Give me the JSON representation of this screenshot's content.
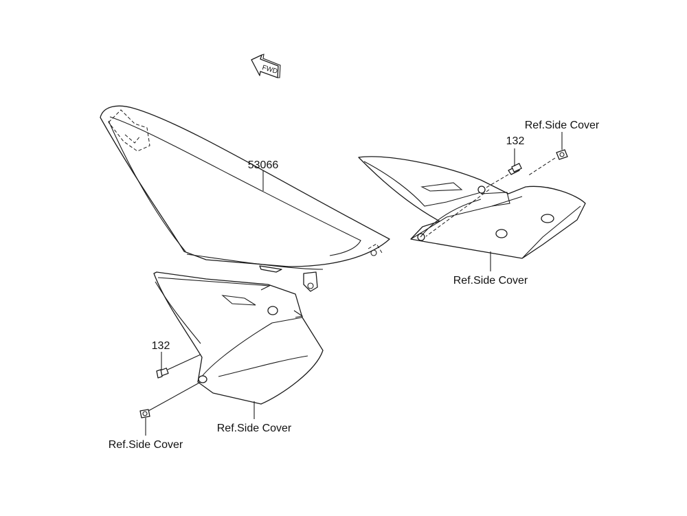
{
  "forward_marker": {
    "text": "FWD",
    "icon": "forward-arrow-icon"
  },
  "callouts": {
    "seat": "53066",
    "bolt_rear": "132",
    "bolt_front": "132",
    "ref_side_cover_top_right": "Ref.Side Cover",
    "ref_side_cover_rear_panel": "Ref.Side Cover",
    "ref_side_cover_front_panel": "Ref.Side Cover",
    "ref_side_cover_bottom_left": "Ref.Side Cover"
  }
}
